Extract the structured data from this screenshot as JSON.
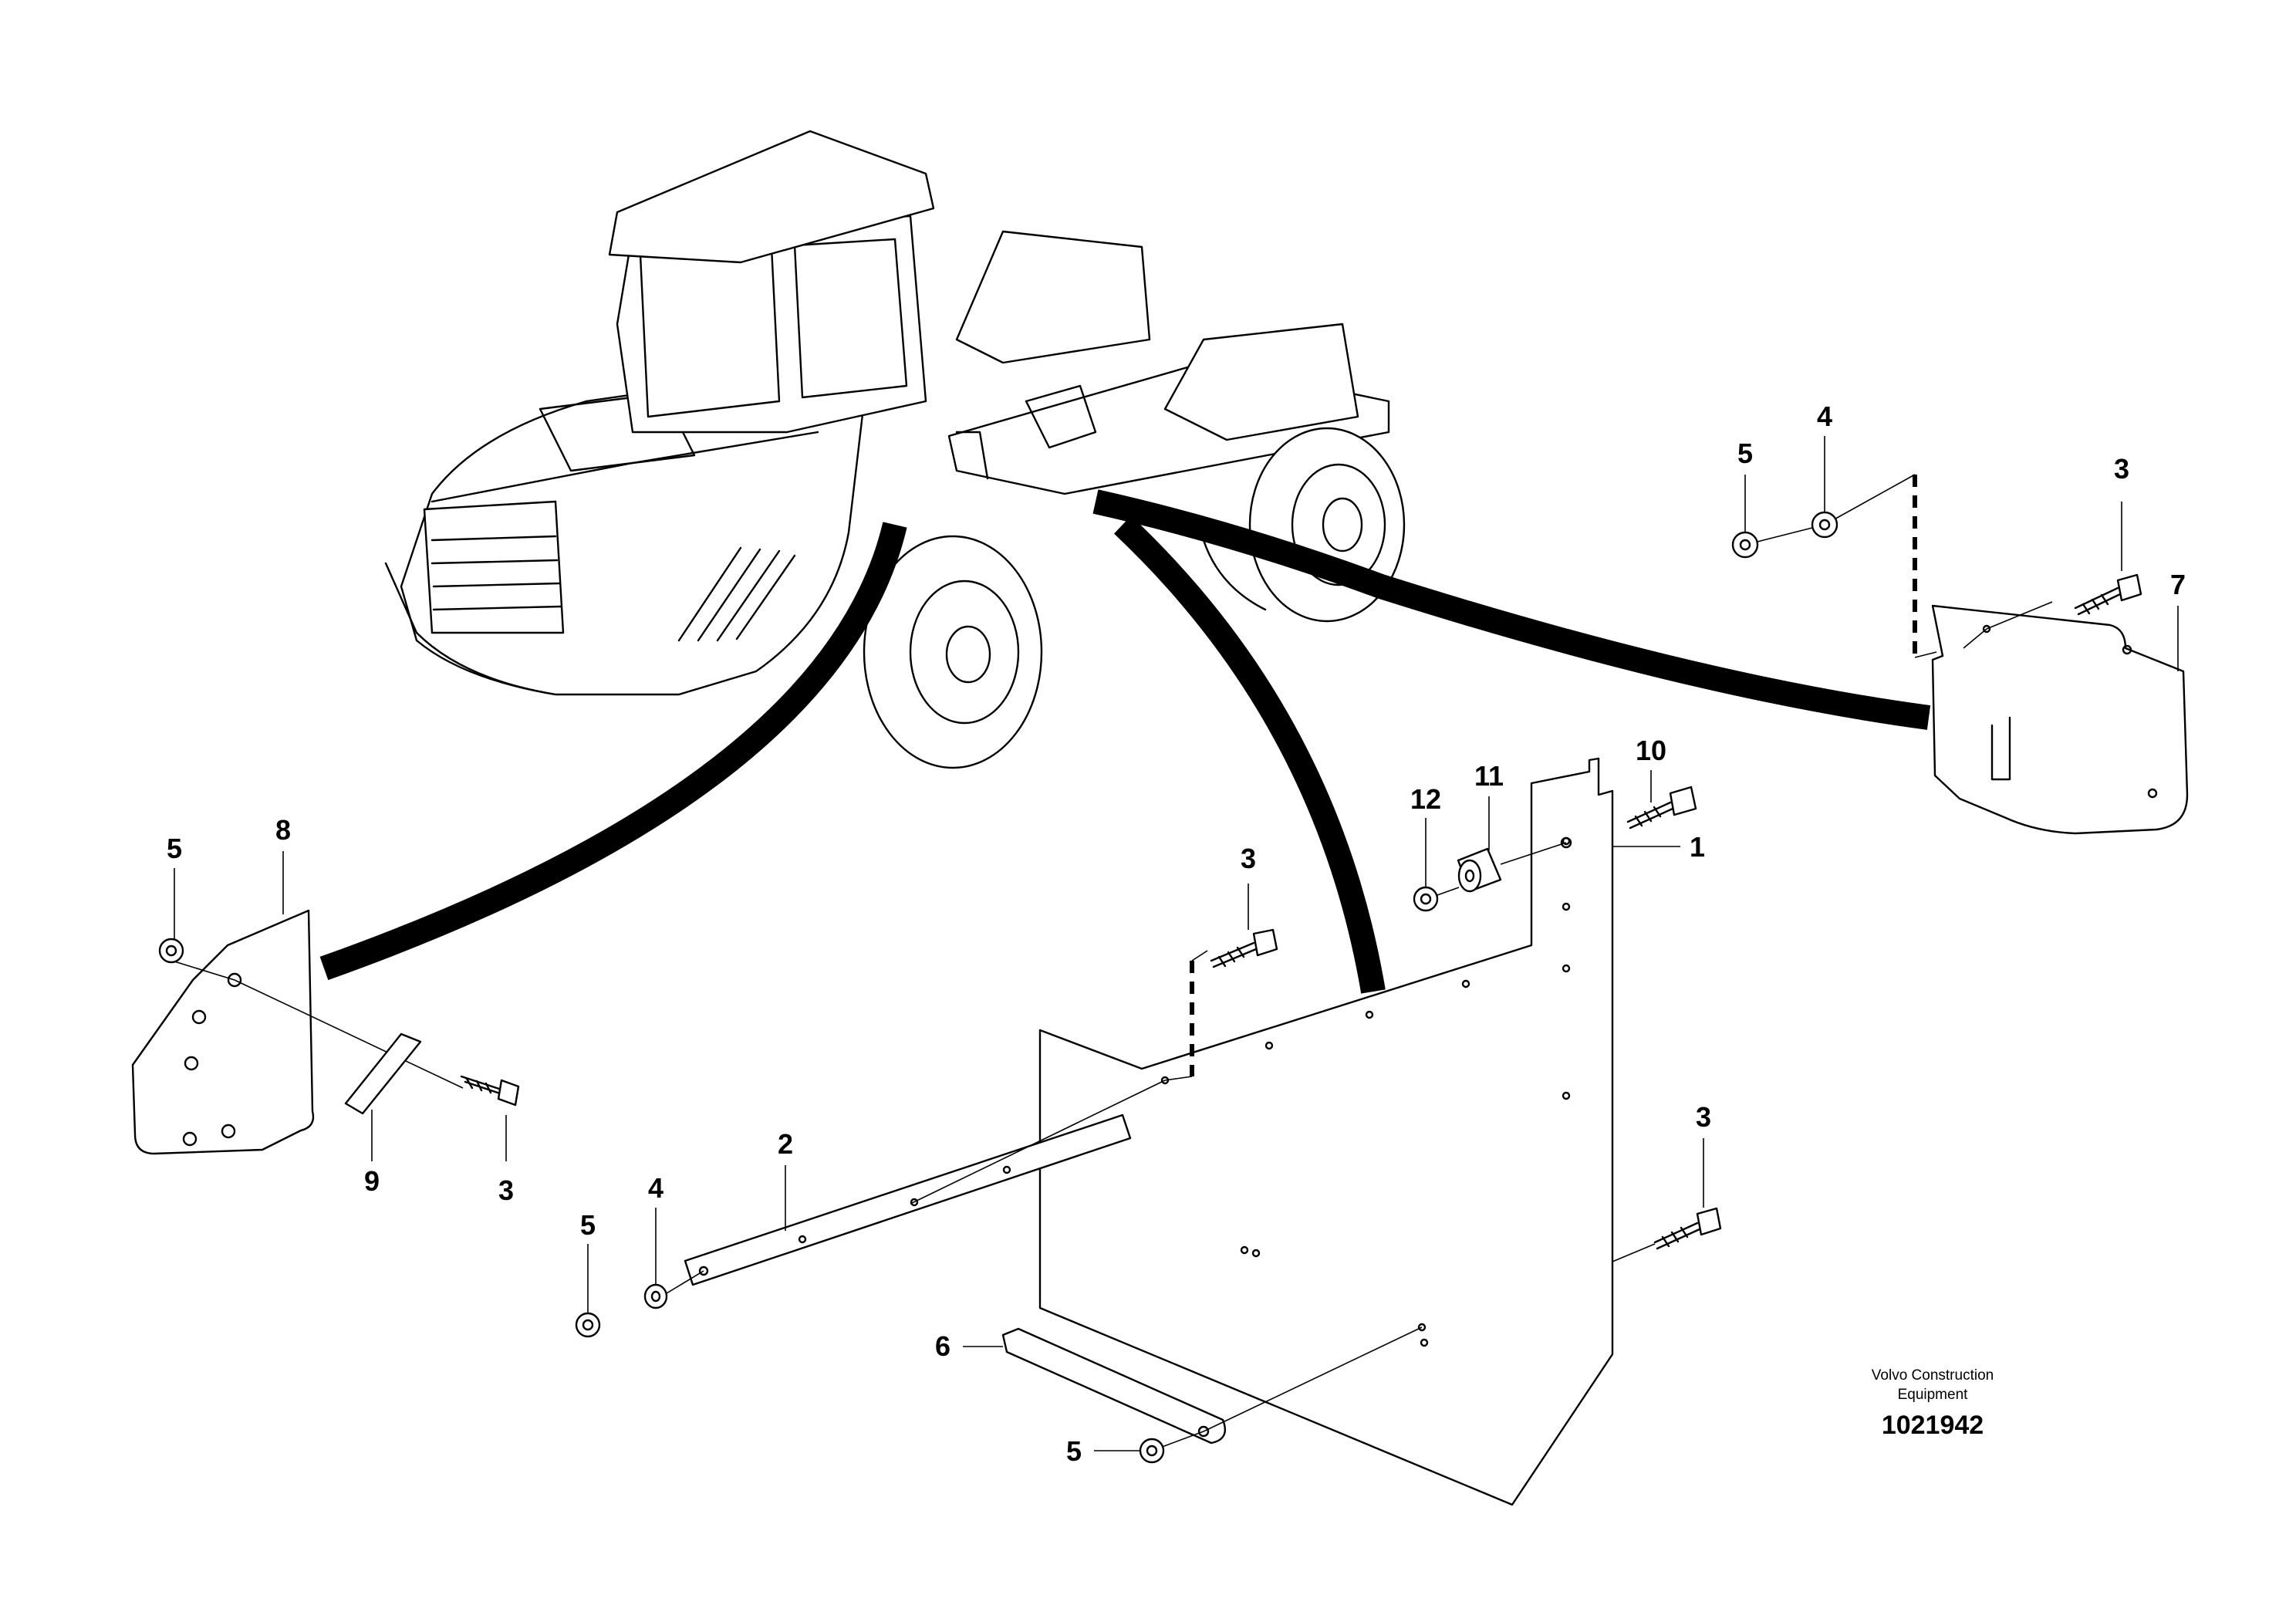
{
  "callouts": {
    "c1": "1",
    "c2": "2",
    "c3a": "3",
    "c3b": "3",
    "c3c": "3",
    "c3d": "3",
    "c4a": "4",
    "c4b": "4",
    "c5a": "5",
    "c5b": "5",
    "c5c": "5",
    "c5d": "5",
    "c6": "6",
    "c7": "7",
    "c8": "8",
    "c9": "9",
    "c10": "10",
    "c11": "11",
    "c12": "12"
  },
  "credit": {
    "line1": "Volvo Construction",
    "line2": "Equipment",
    "number": "1021942"
  }
}
